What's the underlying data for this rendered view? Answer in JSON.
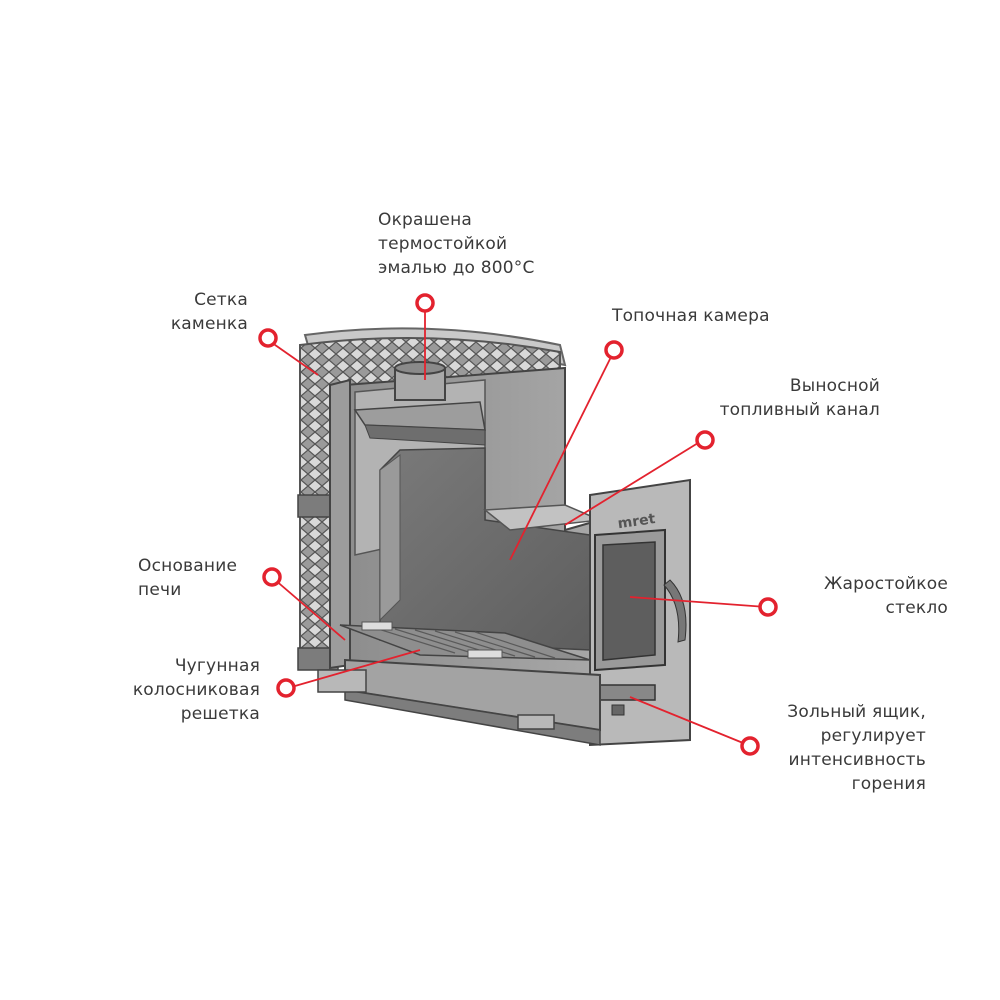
{
  "colors": {
    "marker": "#e3222e",
    "stove_dark": "#6b6b6b",
    "stove_mid": "#8a8a8a",
    "stove_light": "#b4b4b4",
    "text": "#3a3a3a"
  },
  "labels": {
    "paint": [
      "Окрашена",
      "термостойкой",
      "эмалью до 800°С"
    ],
    "mesh": [
      "Сетка",
      "каменка"
    ],
    "firebox": [
      "Топочная камера"
    ],
    "channel": [
      "Выносной",
      "топливный канал"
    ],
    "base": [
      "Основание",
      "печи"
    ],
    "glass": [
      "Жаростойкое",
      "стекло"
    ],
    "grate": [
      "Чугунная",
      "колосниковая",
      "решетка"
    ],
    "ashbox": [
      "Зольный ящик,",
      "регулирует",
      "интенсивность",
      "горения"
    ]
  }
}
